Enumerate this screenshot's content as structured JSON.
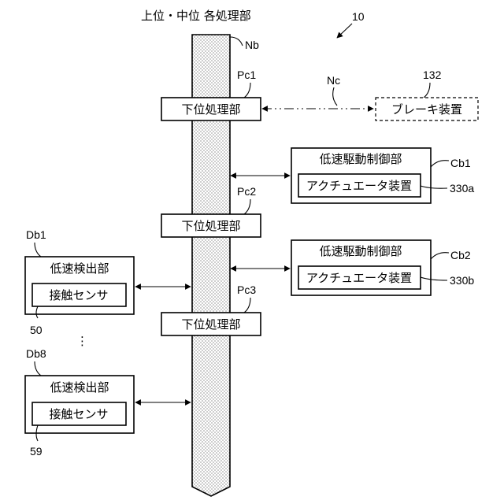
{
  "title": "上位・中位 各処理部",
  "ref_system": "10",
  "network_b": {
    "ref": "Nb"
  },
  "network_c": {
    "ref": "Nc"
  },
  "lower_units": [
    {
      "ref": "Pc1",
      "label": "下位処理部"
    },
    {
      "ref": "Pc2",
      "label": "下位処理部"
    },
    {
      "ref": "Pc3",
      "label": "下位処理部"
    }
  ],
  "brake": {
    "ref": "132",
    "label": "ブレーキ装置"
  },
  "drive_units": [
    {
      "ref": "Cb1",
      "label": "低速駆動制御部",
      "actuator_label": "アクチュエータ装置",
      "actuator_ref": "330a"
    },
    {
      "ref": "Cb2",
      "label": "低速駆動制御部",
      "actuator_label": "アクチュエータ装置",
      "actuator_ref": "330b"
    }
  ],
  "detect_units": [
    {
      "ref": "Db1",
      "label": "低速検出部",
      "sensor_label": "接触センサ",
      "sensor_ref": "50"
    },
    {
      "ref": "Db8",
      "label": "低速検出部",
      "sensor_label": "接触センサ",
      "sensor_ref": "59"
    }
  ],
  "ellipsis": "⋮"
}
